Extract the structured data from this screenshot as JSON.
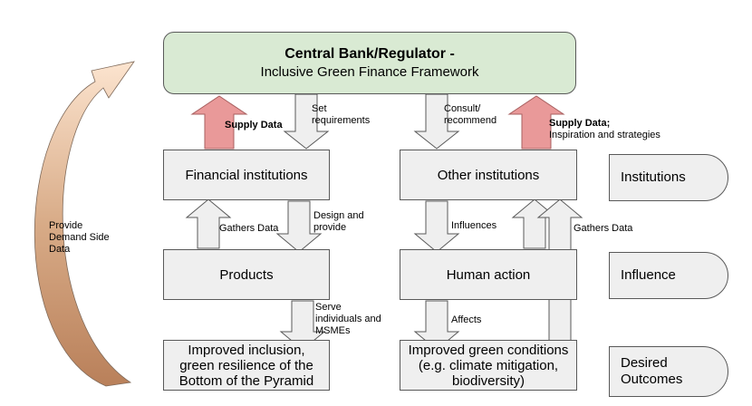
{
  "header": {
    "title": "Central Bank/Regulator -",
    "subtitle": "Inclusive Green Finance Framework"
  },
  "boxes": {
    "financial_institutions": "Financial institutions",
    "other_institutions": "Other institutions",
    "products": "Products",
    "human_action": "Human action",
    "outcome_left": "Improved inclusion, green resilience of the Bottom of the Pyramid",
    "outcome_right": "Improved green conditions (e.g. climate mitigation, biodiversity)"
  },
  "tabs": {
    "institutions": "Institutions",
    "influence": "Influence",
    "desired_outcomes_1": "Desired",
    "desired_outcomes_2": "Outcomes"
  },
  "labels": {
    "supply_data_left": "Supply Data",
    "set_requirements_1": "Set",
    "set_requirements_2": "requirements",
    "consult_1": "Consult/",
    "consult_2": "recommend",
    "supply_data_right": "Supply Data;",
    "inspiration": "Inspiration and strategies",
    "gathers_data_left": "Gathers Data",
    "design_1": "Design and",
    "design_2": "provide",
    "influences": "Influences",
    "gathers_data_right": "Gathers Data",
    "serve_1": "Serve",
    "serve_2": "individuals and",
    "serve_3": "MSMEs",
    "affects": "Affects",
    "demand_1": "Provide",
    "demand_2": "Demand Side",
    "demand_3": "Data"
  },
  "colors": {
    "header_fill": "#d9ead3",
    "box_fill": "#efefef",
    "red_arrow_fill": "#e99999",
    "red_arrow_stroke": "#a86060",
    "curve_top": "#fce4cf",
    "curve_bottom": "#b9805a"
  }
}
